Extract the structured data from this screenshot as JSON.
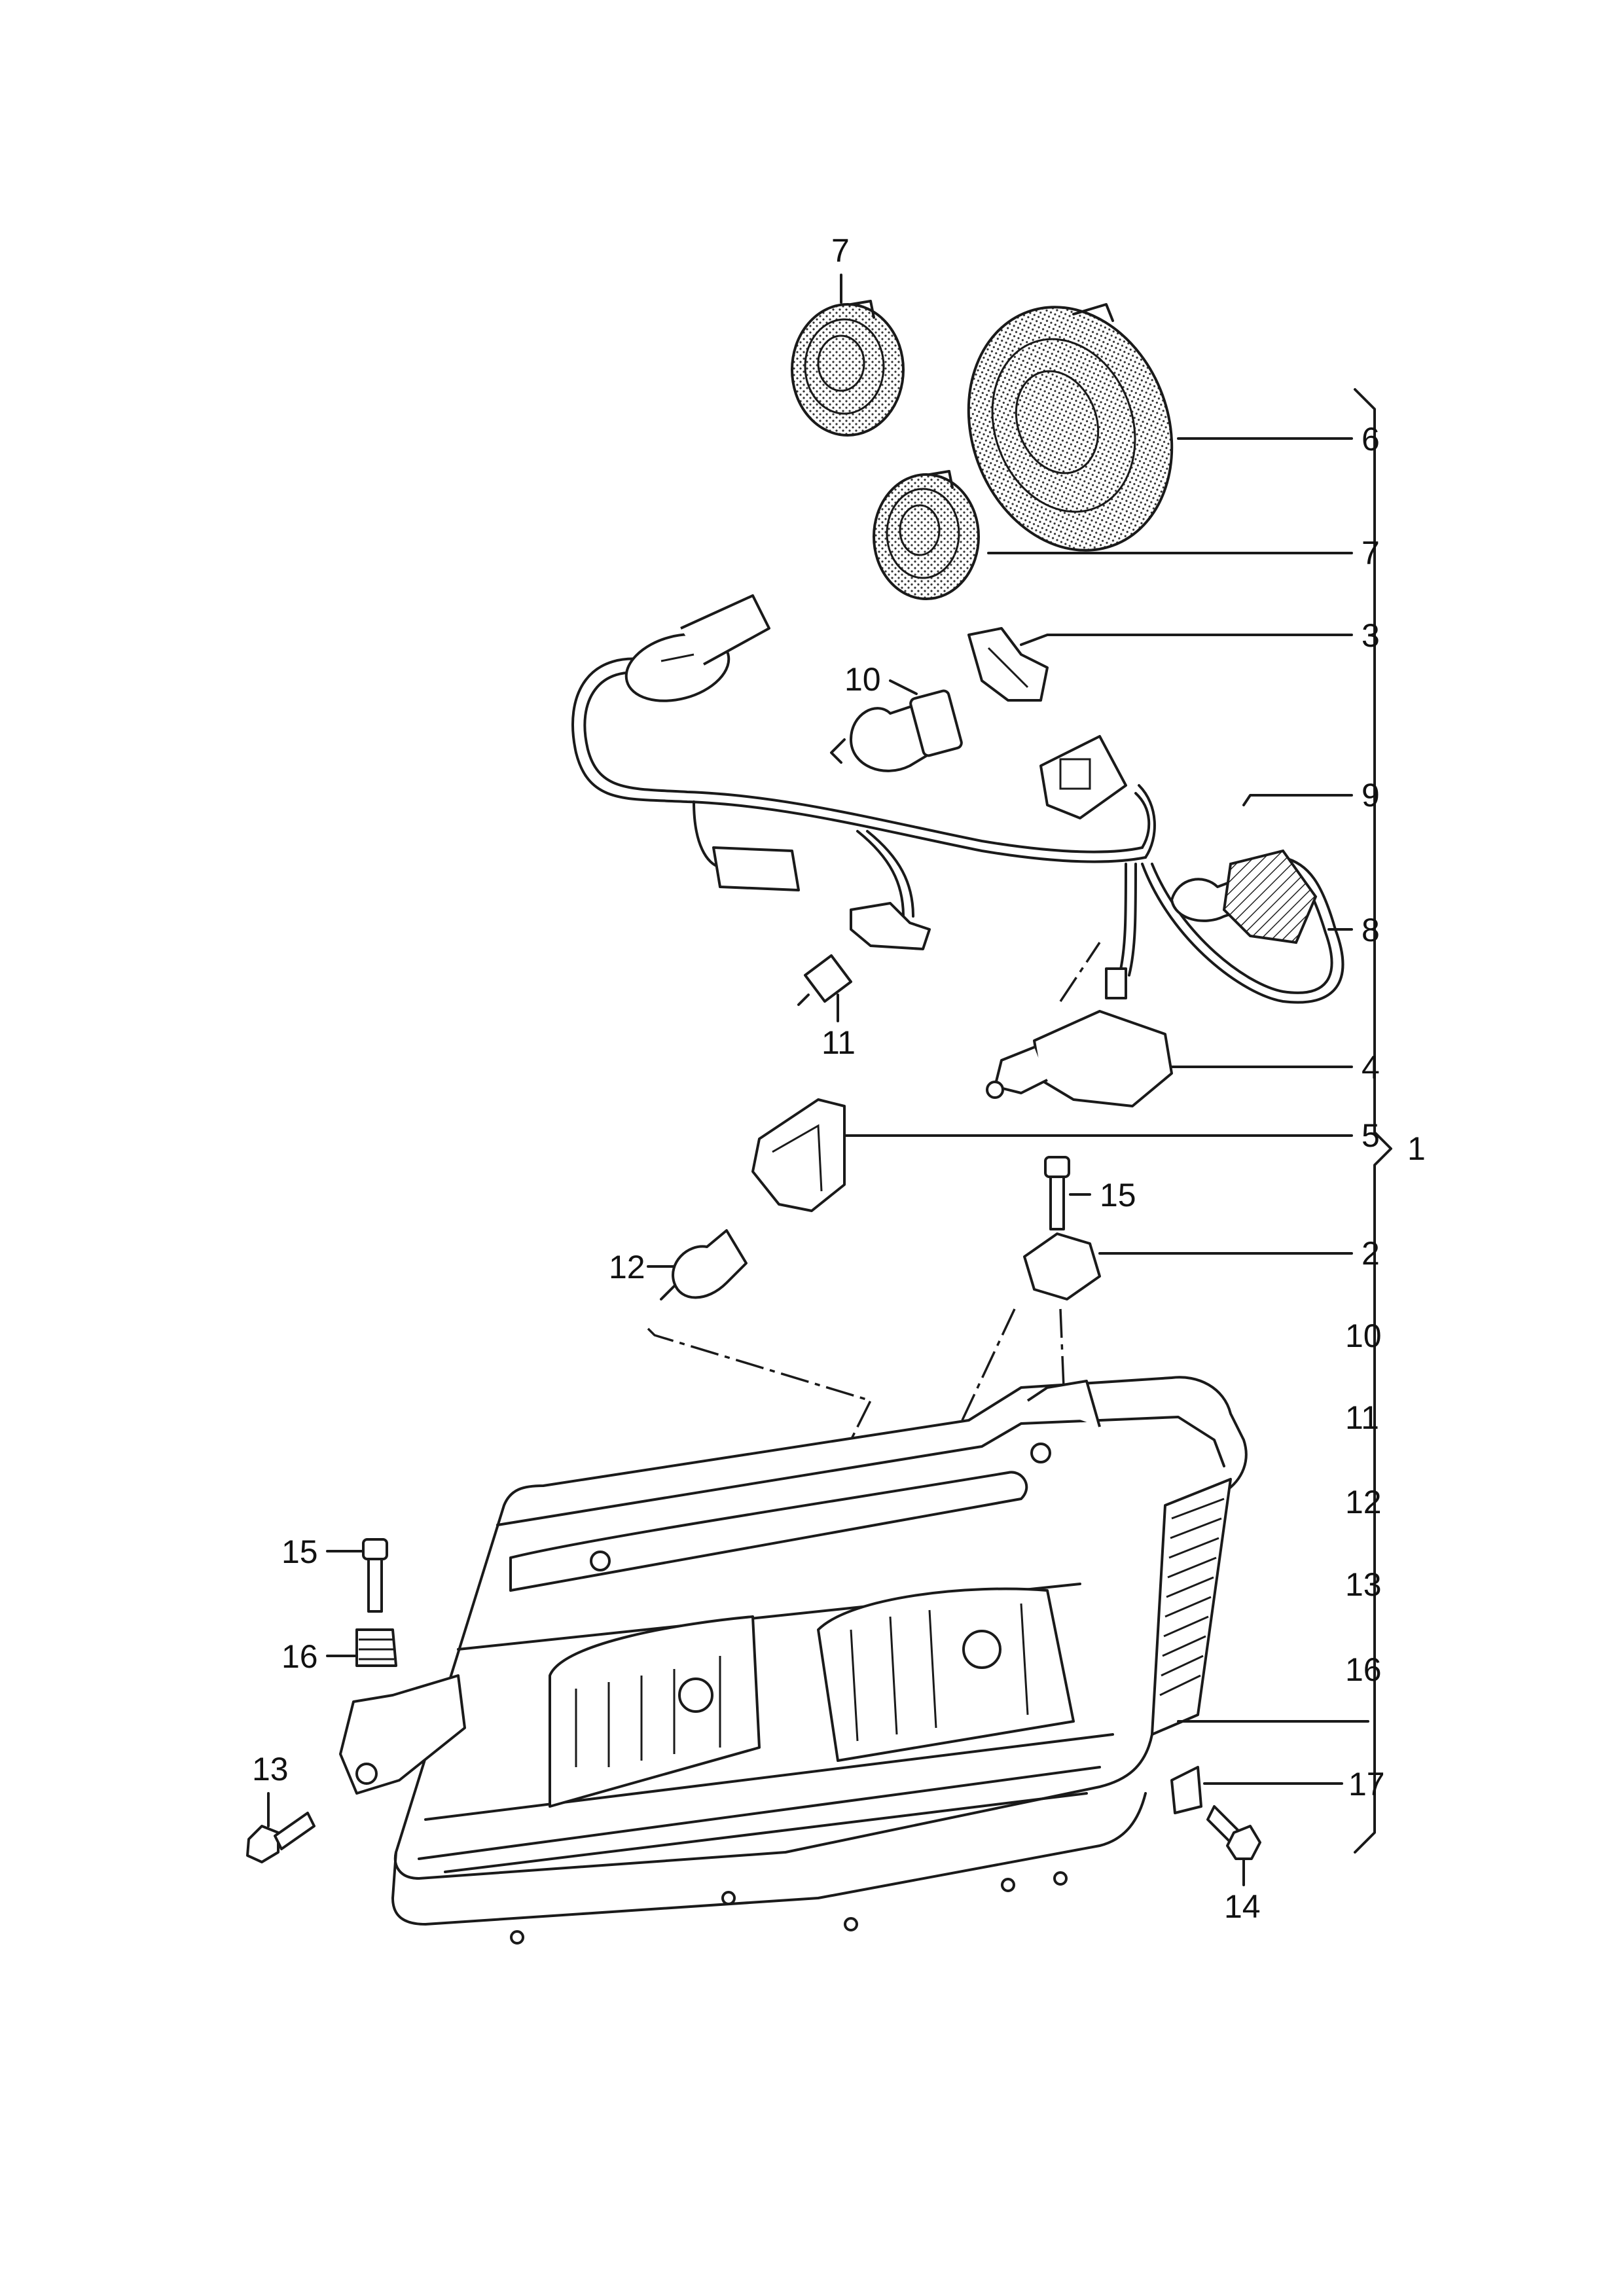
{
  "diagram": {
    "callouts": {
      "c1": "1",
      "c2": "2",
      "c3": "3",
      "c4": "4",
      "c5": "5",
      "c6": "6",
      "c7_top": "7",
      "c7_right": "7",
      "c8": "8",
      "c9": "9",
      "c10_left": "10",
      "c10_list": "10",
      "c11_left": "11",
      "c11_list": "11",
      "c12_left": "12",
      "c12_list": "12",
      "c13_left": "13",
      "c13_list": "13",
      "c14": "14",
      "c15_mid": "15",
      "c15_left": "15",
      "c16_left": "16",
      "c16_list": "16",
      "c17": "17"
    }
  }
}
